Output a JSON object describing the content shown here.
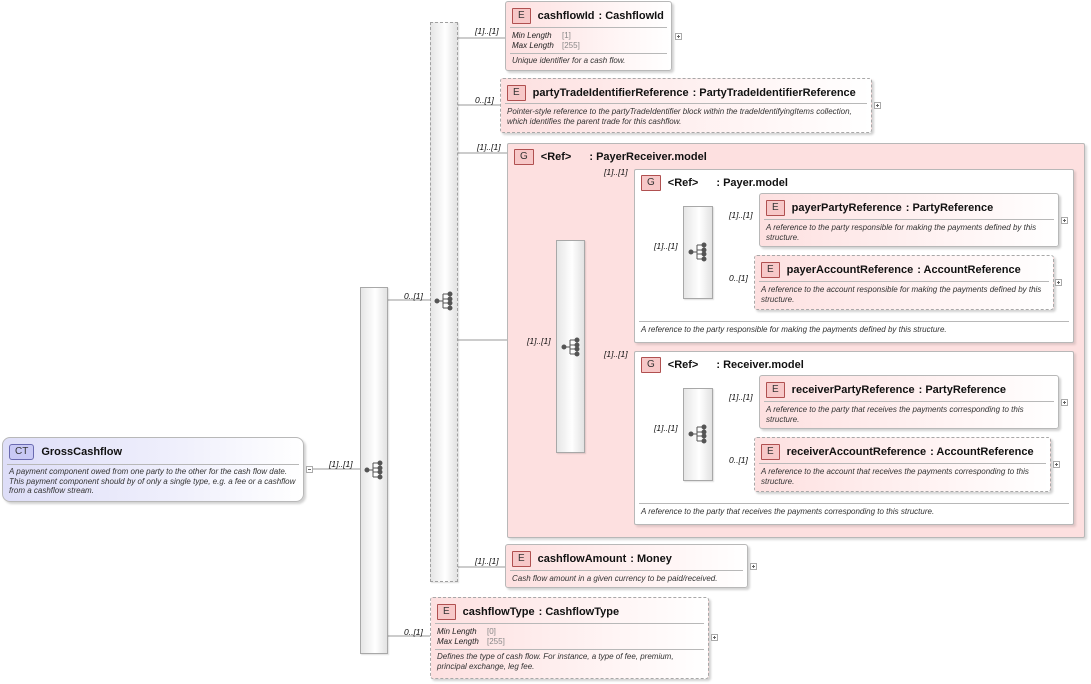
{
  "root": {
    "badge": "CT",
    "name": "GrossCashflow",
    "description": "A payment component owed from one party to the other for the cash flow date. This payment component should by of only a single type, e.g. a fee or a cashflow from a cashflow stream.",
    "multiplicity": "[1]..[1]"
  },
  "outer_sequence": {
    "choice_multiplicity": "0..[1]",
    "cashflowType_multiplicity": "0..[1]"
  },
  "elements": {
    "cashflowId": {
      "badge": "E",
      "name": "cashflowId",
      "type": ": CashflowId",
      "multiplicity": "[1]..[1]",
      "facet1_label": "Min Length",
      "facet1_value": "[1]",
      "facet2_label": "Max Length",
      "facet2_value": "[255]",
      "description": "Unique identifier for a cash flow."
    },
    "partyTradeIdentifierReference": {
      "badge": "E",
      "name": "partyTradeIdentifierReference",
      "type": ": PartyTradeIdentifierReference",
      "multiplicity": "0..[1]",
      "description": "Pointer-style reference to the partyTradeIdentifier block within the tradeIdentifyingItems collection, which identifies the parent trade for this cashflow."
    },
    "cashflowAmount": {
      "badge": "E",
      "name": "cashflowAmount",
      "type": ": Money",
      "multiplicity": "[1]..[1]",
      "description": "Cash flow amount in a given currency to be paid/received."
    },
    "cashflowType": {
      "badge": "E",
      "name": "cashflowType",
      "type": ": CashflowType",
      "facet1_label": "Min Length",
      "facet1_value": "[0]",
      "facet2_label": "Max Length",
      "facet2_value": "[255]",
      "description": "Defines the type of cash flow. For instance, a type of fee, premium, principal exchange, leg fee."
    }
  },
  "payerReceiverModel": {
    "badge": "G",
    "ref": "<Ref>",
    "name": ": PayerReceiver.model",
    "multiplicity": "[1]..[1]",
    "sequence_multiplicity": "[1]..[1]",
    "payer": {
      "badge": "G",
      "ref": "<Ref>",
      "name": ": Payer.model",
      "multiplicity": "[1]..[1]",
      "sequence_multiplicity": "[1]..[1]",
      "description": "A reference to the party responsible for making the payments defined by this structure.",
      "partyRef": {
        "badge": "E",
        "name": "payerPartyReference",
        "type": ": PartyReference",
        "multiplicity": "[1]..[1]",
        "description": "A reference to the party responsible for making the payments defined by this structure."
      },
      "accountRef": {
        "badge": "E",
        "name": "payerAccountReference",
        "type": ": AccountReference",
        "multiplicity": "0..[1]",
        "description": "A reference to the account responsible for making the payments defined by this structure."
      }
    },
    "receiver": {
      "badge": "G",
      "ref": "<Ref>",
      "name": ": Receiver.model",
      "multiplicity": "[1]..[1]",
      "sequence_multiplicity": "[1]..[1]",
      "description": "A reference to the party that receives the payments corresponding to this structure.",
      "partyRef": {
        "badge": "E",
        "name": "receiverPartyReference",
        "type": ": PartyReference",
        "multiplicity": "[1]..[1]",
        "description": "A reference to the party that receives the payments corresponding to this structure."
      },
      "accountRef": {
        "badge": "E",
        "name": "receiverAccountReference",
        "type": ": AccountReference",
        "multiplicity": "0..[1]",
        "description": "A reference to the account that receives the payments corresponding to this structure."
      }
    }
  },
  "icons": {
    "sequence": "sequence-icon",
    "expand": "expand-plus-icon",
    "collapse": "collapse-minus-icon"
  },
  "colors": {
    "element_fill": "#fde0e0",
    "element_badge": "#f7c8c8",
    "complex_type_badge": "#c9c9f5",
    "complex_type_fill": "#e8e8fc"
  }
}
